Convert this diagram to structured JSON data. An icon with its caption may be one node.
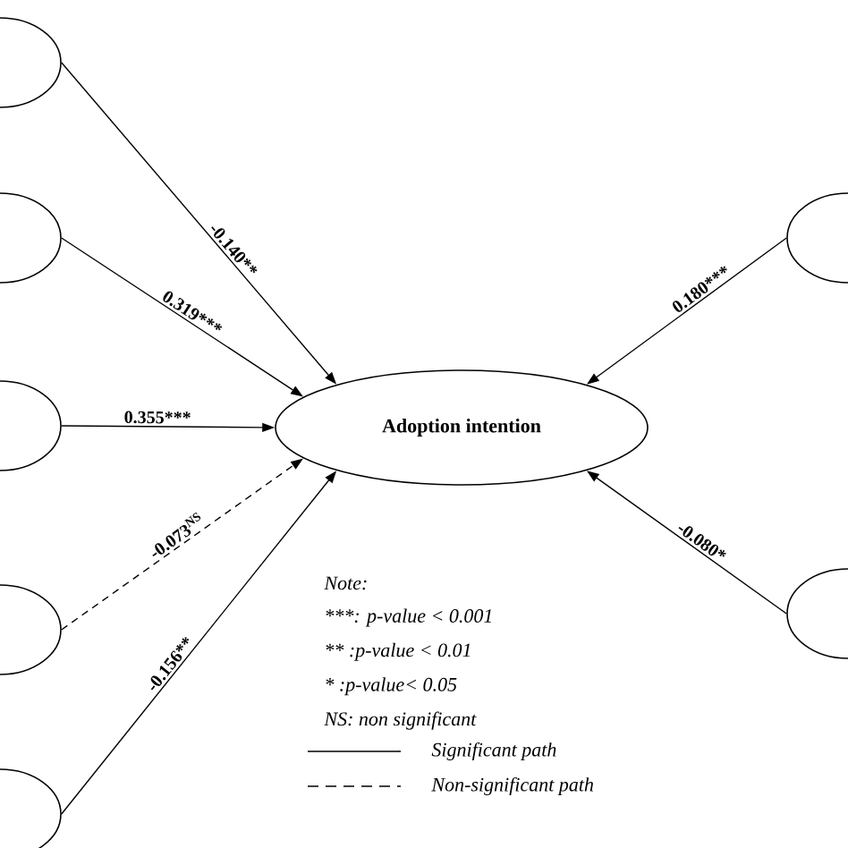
{
  "diagram": {
    "nodes": [
      {
        "text": [],
        "shape": "ellipse"
      },
      {
        "text": [],
        "shape": "ellipse"
      },
      {
        "text": [],
        "shape": "ellipse"
      },
      {
        "text": [],
        "shape": "ellipse"
      },
      {
        "text": [],
        "shape": "ellipse"
      },
      {
        "text": [
          "Adoption intention"
        ]
      },
      {
        "text": [],
        "shape": "ellipse"
      },
      {
        "text": [],
        "shape": "ellipse"
      }
    ],
    "edges": [
      {
        "from": 0,
        "to": 5,
        "arrow": "to",
        "label": "-0.140**"
      },
      {
        "from": 1,
        "to": 5,
        "arrow": "to",
        "label": "0.319***"
      },
      {
        "from": 2,
        "to": 5,
        "arrow": "to",
        "label": "0.355***"
      },
      {
        "from": 3,
        "to": 5,
        "arrow": "to",
        "label": "-0.073$^{NS}$",
        "style": "dashed"
      },
      {
        "from": 4,
        "to": 5,
        "arrow": "to",
        "label": "-0.156**"
      },
      {
        "from": 6,
        "to": 5,
        "arrow": "to",
        "label": "0.180***"
      },
      {
        "from": 7,
        "to": 5,
        "arrow": "to",
        "label": "-0.080*"
      }
    ],
    "labels": [
      "Note:",
      "***: p-value < 0.001",
      "** :p-value < 0.01",
      "*  :p-value< 0.05",
      "NS: non significant"
    ],
    "legend": [
      {
        "text": "Significant path"
      },
      {
        "text": "Non-significant path"
      }
    ]
  }
}
